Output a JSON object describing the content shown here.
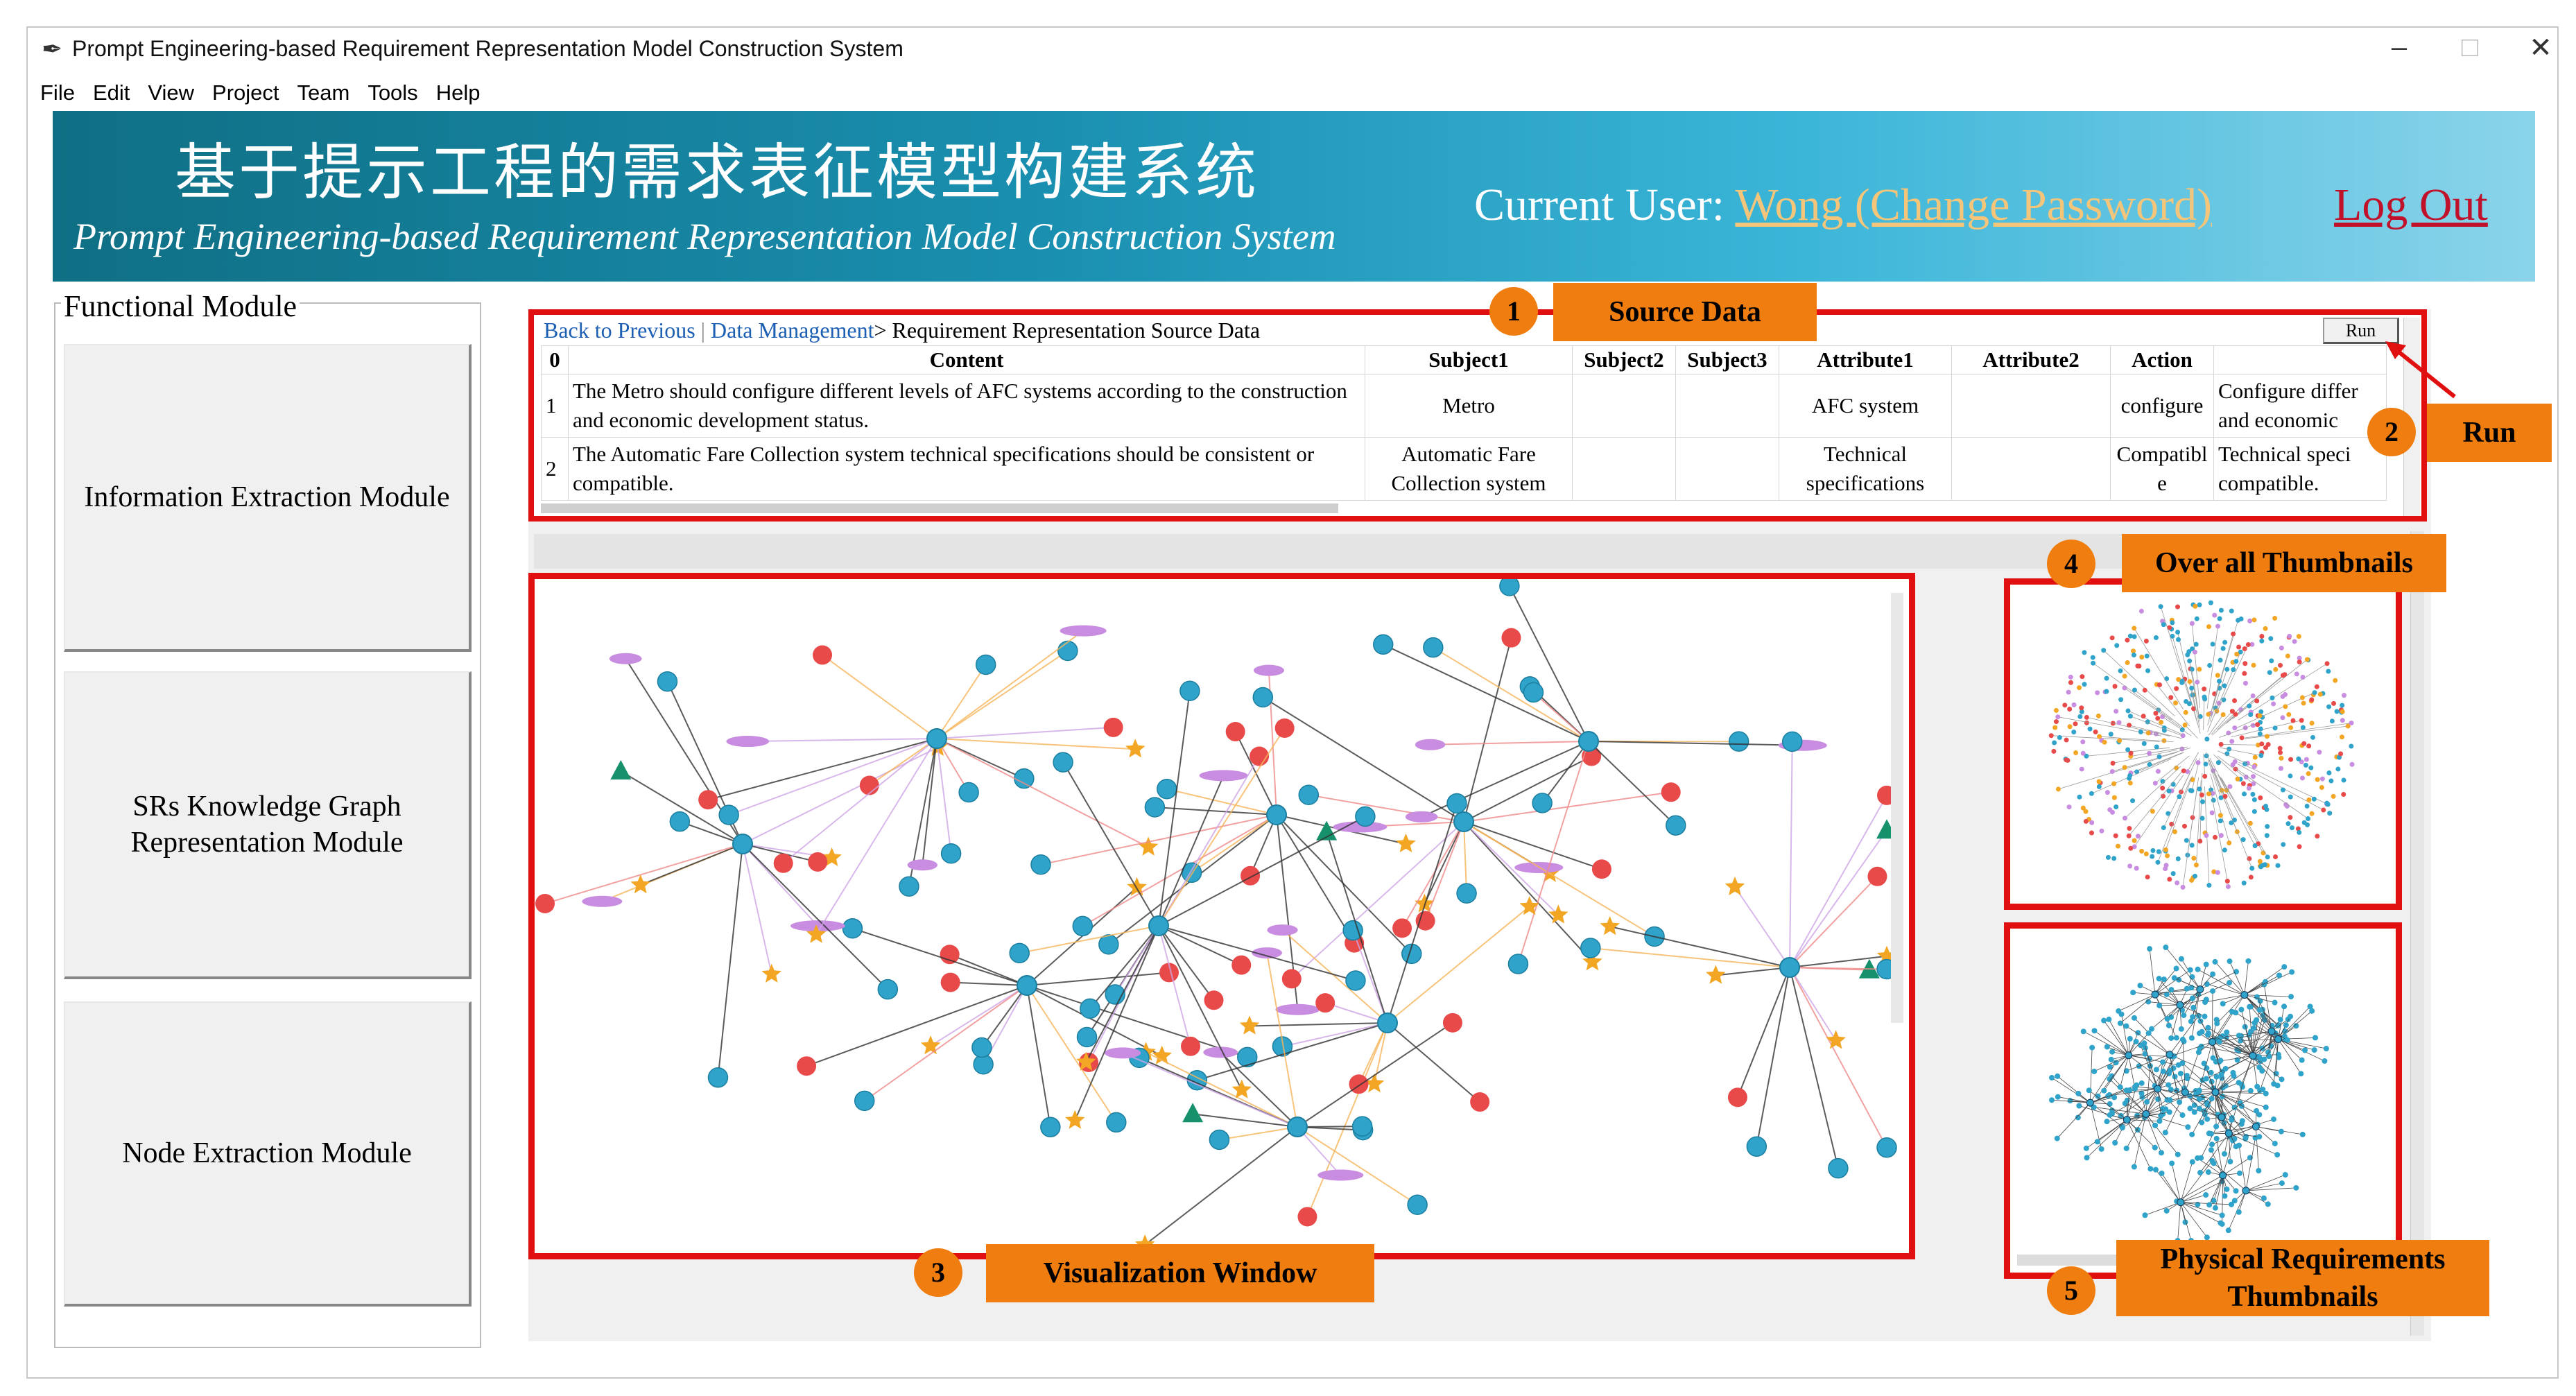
{
  "window": {
    "title": "Prompt Engineering-based Requirement Representation Model Construction System",
    "controls": [
      "–",
      "□",
      "✕"
    ]
  },
  "menu": [
    "File",
    "Edit",
    "View",
    "Project",
    "Team",
    "Tools",
    "Help"
  ],
  "banner": {
    "title_zh": "基于提示工程的需求表征模型构建系统",
    "title_en": "Prompt Engineering-based Requirement Representation Model Construction System",
    "user_label": "Current User: ",
    "user_name": "Wong (Change Password)",
    "logout": "Log Out"
  },
  "functional_module": {
    "title": "Functional Module",
    "buttons": [
      "Information Extraction Module",
      "SRs Knowledge Graph Representation Module",
      "Node Extraction Module"
    ]
  },
  "source_data": {
    "breadcrumb": {
      "back": "Back to Previous",
      "sep": "|",
      "data_mgmt": "Data Management",
      "current": "> Requirement Representation Source Data"
    },
    "run_button": "Run",
    "columns": [
      "0",
      "Content",
      "Subject1",
      "Subject2",
      "Subject3",
      "Attribute1",
      "Attribute2",
      "Action",
      ""
    ],
    "rows": [
      [
        "1",
        "The Metro should configure different levels of AFC systems according to the construction and economic development status.",
        "Metro",
        "",
        "",
        "AFC system",
        "",
        "configure",
        "Configure differ and economic"
      ],
      [
        "2",
        "The Automatic Fare Collection system technical specifications should be consistent or compatible.",
        "Automatic Fare Collection system",
        "",
        "",
        "Technical specifications",
        "",
        "Compatibl e",
        "Technical speci compatible."
      ]
    ]
  },
  "callouts": {
    "n1": "1",
    "source_data": "Source Data",
    "n2": "2",
    "run": "Run",
    "n3": "3",
    "visualization": "Visualization Window",
    "n4": "4",
    "overall": "Over all Thumbnails",
    "n5": "5",
    "physical": "Physical Requirements Thumbnails"
  },
  "colors": {
    "accent": "#e01010",
    "callout": "#f07d10",
    "node_blue": "#2fa3c9",
    "node_red": "#e84a4a",
    "node_star": "#f3a623",
    "node_purple": "#c88de0",
    "node_green": "#17916b"
  }
}
